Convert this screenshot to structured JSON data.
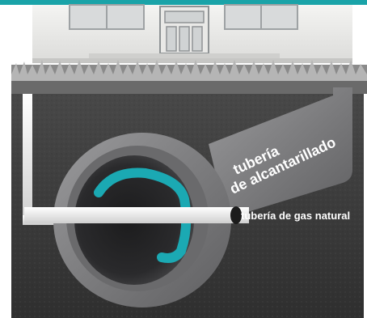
{
  "labels": {
    "sewer_line_1": "tubería",
    "sewer_line_2": "de alcantarillado",
    "gas_pipe": "tubería de gas natural"
  },
  "colors": {
    "top_bar": "#1aa3a8",
    "house_wall": "#ececea",
    "soil": "#3a3a3a",
    "sewer_pipe": "#7b7b7d",
    "gas_pipe": "#f2f2f2",
    "cable": "#1ba9b3"
  },
  "icons": {
    "house": "house-facade",
    "grass": "grass-strip"
  }
}
